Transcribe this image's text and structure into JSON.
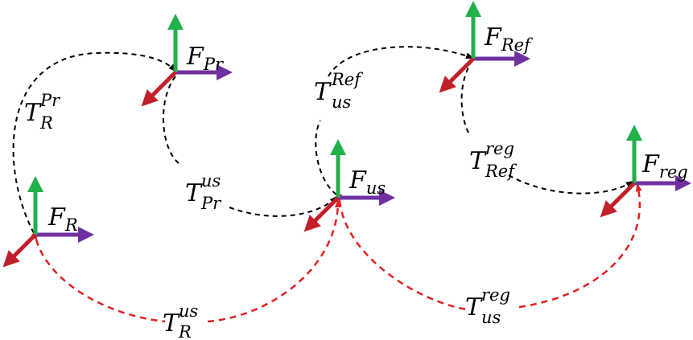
{
  "colors": {
    "x_axis": "#7030a0",
    "y_axis": "#22b04b",
    "z_axis": "#c0202a",
    "transform_black": "#000000",
    "transform_red": "#e32020"
  },
  "frames": {
    "robot": {
      "main": "F",
      "sub": "R"
    },
    "probe": {
      "main": "F",
      "sub": "Pr"
    },
    "us": {
      "main": "F",
      "sub": "us"
    },
    "reference": {
      "main": "F",
      "sub": "Ref"
    },
    "reg": {
      "main": "F",
      "sub": "reg"
    }
  },
  "transforms": {
    "robot_probe": {
      "main": "T",
      "sub": "R",
      "sup": "Pr"
    },
    "probe_us": {
      "main": "T",
      "sub": "Pr",
      "sup": "us"
    },
    "us_ref": {
      "main": "T",
      "sub": "us",
      "sup": "Ref"
    },
    "ref_reg": {
      "main": "T",
      "sub": "Ref",
      "sup": "reg"
    },
    "robot_us": {
      "main": "T",
      "sub": "R",
      "sup": "us"
    },
    "us_reg": {
      "main": "T",
      "sub": "us",
      "sup": "reg"
    }
  }
}
